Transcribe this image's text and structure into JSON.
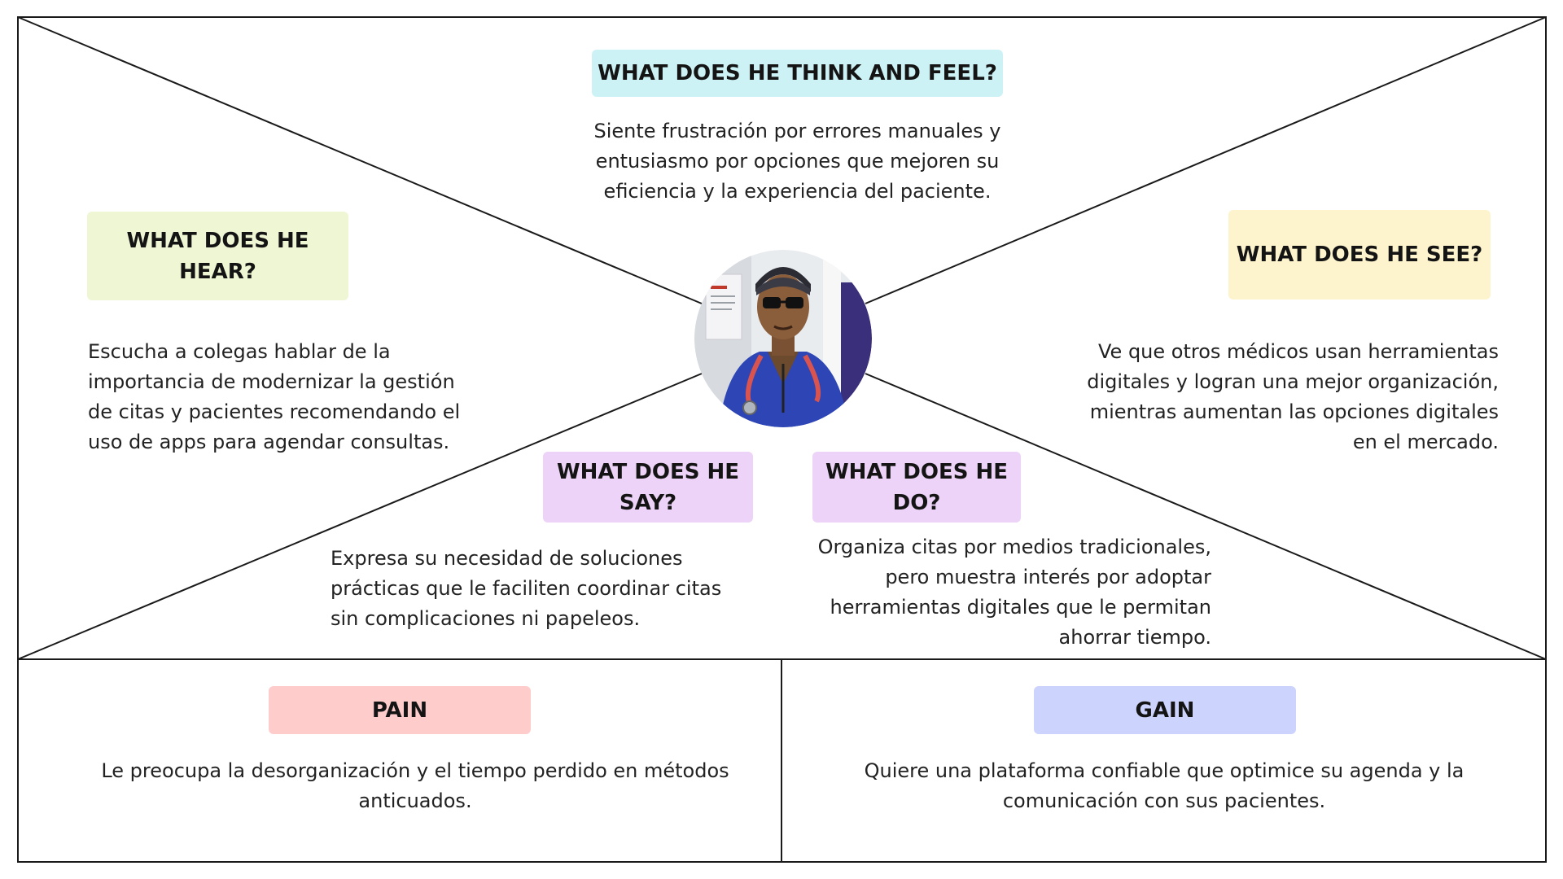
{
  "colors": {
    "think_feel": "#cdf2f5",
    "hear": "#eef6d3",
    "see": "#fdf3cc",
    "say": "#ecd3f7",
    "do": "#ecd3f7",
    "pain": "#ffcccc",
    "gain": "#ccd3fd",
    "lines": "#1a1a1a"
  },
  "think_feel": {
    "title": "WHAT DOES HE THINK AND FEEL?",
    "text": "Siente frustración por errores manuales y entusiasmo por opciones que mejoren su eficiencia y la experiencia del paciente."
  },
  "hear": {
    "title": "WHAT DOES HE HEAR?",
    "text": "Escucha a colegas hablar de la importancia de modernizar la gestión de citas y pacientes recomendando el uso de apps para agendar consultas."
  },
  "see": {
    "title": "WHAT DOES HE SEE?",
    "text": "Ve que otros médicos usan herramientas digitales y logran una mejor organización, mientras aumentan las opciones digitales en el mercado."
  },
  "say": {
    "title": "WHAT DOES HE SAY?",
    "text": "Expresa su necesidad de soluciones prácticas que le faciliten coordinar citas sin complicaciones ni papeleos."
  },
  "do": {
    "title": "WHAT DOES HE DO?",
    "text": "Organiza citas por medios tradicionales, pero muestra interés por adoptar herramientas digitales que le permitan ahorrar tiempo."
  },
  "pain": {
    "title": "PAIN",
    "text": "Le preocupa la desorganización y el tiempo perdido en métodos anticuados."
  },
  "gain": {
    "title": "GAIN",
    "text": "Quiere una plataforma confiable que optimice su agenda y la comunicación con sus pacientes."
  },
  "portrait": {
    "icon": "doctor-portrait-icon"
  }
}
